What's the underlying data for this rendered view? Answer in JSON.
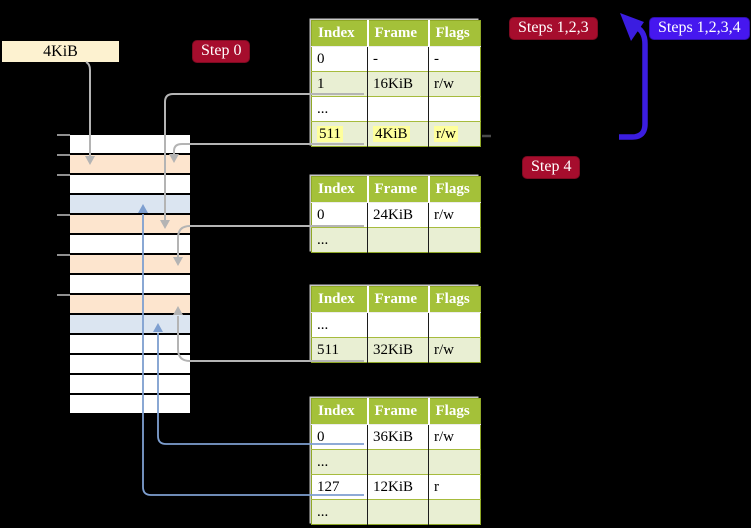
{
  "colors": {
    "background": "#000000",
    "table_header_green": "#a4c139",
    "table_row_light_green": "#e9efd3",
    "highlight_yellow": "#feff9c",
    "memory_page_table_peach": "#fde5ce",
    "memory_mapped_page_blue": "#dbe5f1",
    "frame_label_cream": "#fdf2d0",
    "badge_red": "#a60d2d",
    "badge_blue": "#4617ef",
    "connector_gray": "#b4b4b4",
    "connector_blue_thin": "#7e9fd0",
    "loop_arrow_blue": "#3b1de0"
  },
  "labels": {
    "frame_size": "4KiB",
    "step0": "Step 0",
    "steps123": "Steps 1,2,3",
    "steps1234": "Steps 1,2,3,4",
    "step4": "Step 4"
  },
  "tables": [
    {
      "id": "level4",
      "headers": [
        "Index",
        "Frame",
        "Flags"
      ],
      "rows": [
        {
          "index": "0",
          "frame": "-",
          "flags": "-",
          "shaded": false,
          "highlight": false
        },
        {
          "index": "1",
          "frame": "16KiB",
          "flags": "r/w",
          "shaded": true,
          "highlight": false
        },
        {
          "index": "...",
          "frame": "",
          "flags": "",
          "shaded": false,
          "highlight": false
        },
        {
          "index": "511",
          "frame": "4KiB",
          "flags": "r/w",
          "shaded": true,
          "highlight": true
        }
      ]
    },
    {
      "id": "level3",
      "headers": [
        "Index",
        "Frame",
        "Flags"
      ],
      "rows": [
        {
          "index": "0",
          "frame": "24KiB",
          "flags": "r/w",
          "shaded": false,
          "highlight": false
        },
        {
          "index": "...",
          "frame": "",
          "flags": "",
          "shaded": true,
          "highlight": false
        }
      ]
    },
    {
      "id": "level2",
      "headers": [
        "Index",
        "Frame",
        "Flags"
      ],
      "rows": [
        {
          "index": "...",
          "frame": "",
          "flags": "",
          "shaded": false,
          "highlight": false
        },
        {
          "index": "511",
          "frame": "32KiB",
          "flags": "r/w",
          "shaded": true,
          "highlight": false
        }
      ]
    },
    {
      "id": "level1",
      "headers": [
        "Index",
        "Frame",
        "Flags"
      ],
      "rows": [
        {
          "index": "0",
          "frame": "36KiB",
          "flags": "r/w",
          "shaded": false,
          "highlight": false
        },
        {
          "index": "...",
          "frame": "",
          "flags": "",
          "shaded": true,
          "highlight": false
        },
        {
          "index": "127",
          "frame": "12KiB",
          "flags": "r",
          "shaded": false,
          "highlight": false
        },
        {
          "index": "...",
          "frame": "",
          "flags": "",
          "shaded": true,
          "highlight": false
        }
      ]
    }
  ],
  "memory": {
    "cells": [
      {
        "type": "empty"
      },
      {
        "type": "page-table"
      },
      {
        "type": "empty"
      },
      {
        "type": "mapped-page"
      },
      {
        "type": "page-table"
      },
      {
        "type": "empty"
      },
      {
        "type": "page-table"
      },
      {
        "type": "empty"
      },
      {
        "type": "page-table"
      },
      {
        "type": "mapped-page"
      },
      {
        "type": "empty"
      },
      {
        "type": "empty"
      },
      {
        "type": "empty"
      },
      {
        "type": "empty"
      }
    ]
  }
}
